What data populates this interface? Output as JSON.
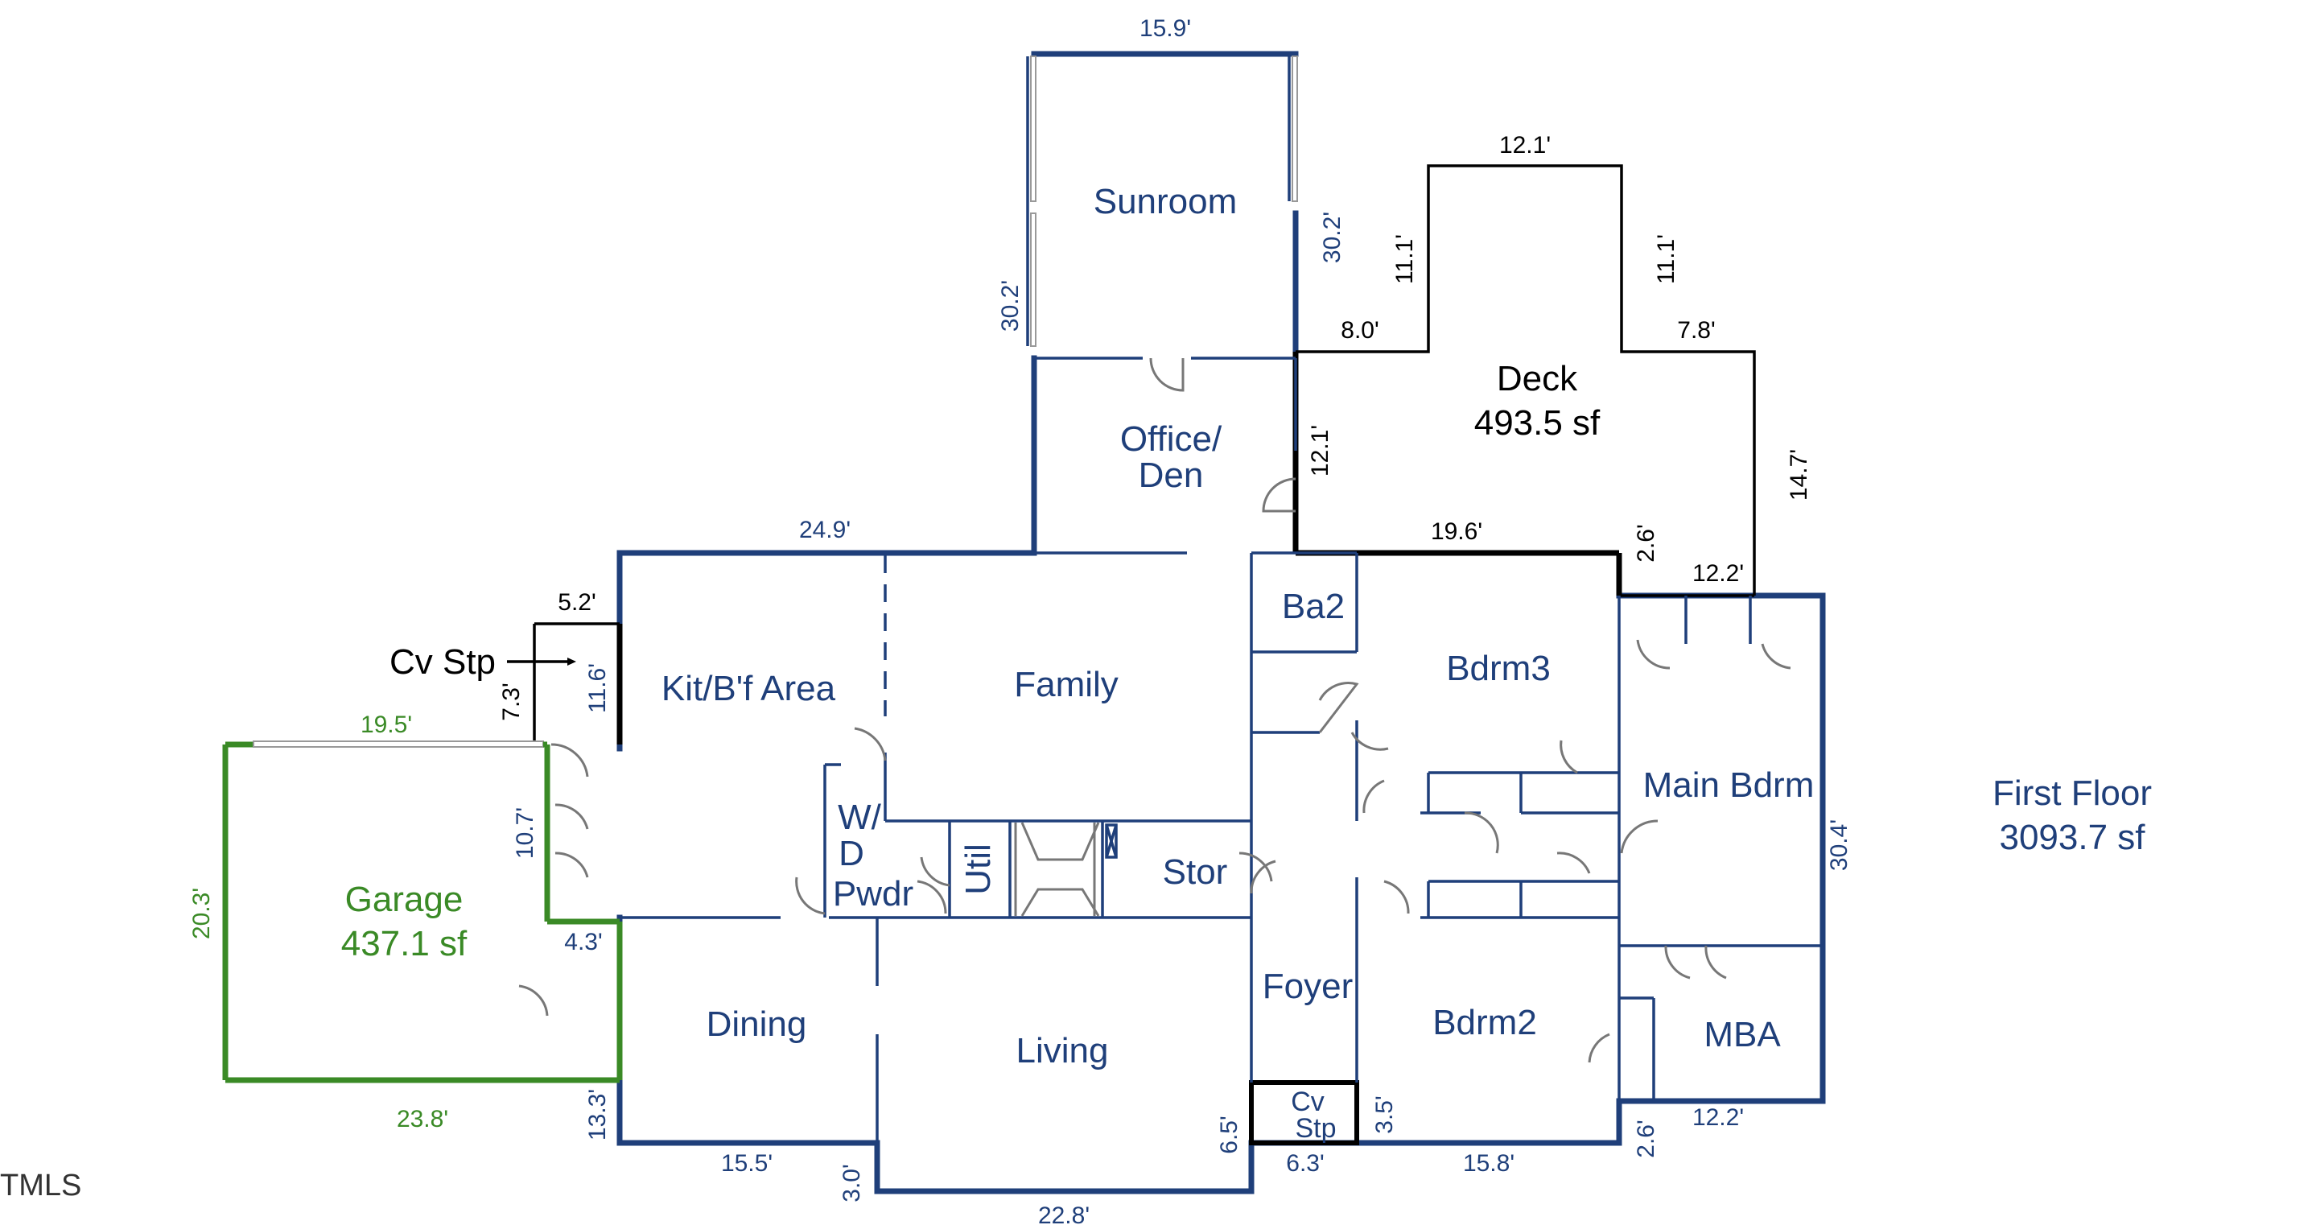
{
  "rooms": {
    "sunroom": "Sunroom",
    "office_line1": "Office/",
    "office_line2": "Den",
    "deck_name": "Deck",
    "deck_area": "493.5 sf",
    "kitchen": "Kit/B'f Area",
    "family": "Family",
    "ba2": "Ba2",
    "bdrm3": "Bdrm3",
    "main_bdrm": "Main Bdrm",
    "wd_line1": "W/",
    "wd_line2": "D",
    "pwdr": "Pwdr",
    "util": "Util",
    "stor": "Stor",
    "garage_name": "Garage",
    "garage_area": "437.1 sf",
    "dining": "Dining",
    "living": "Living",
    "foyer": "Foyer",
    "bdrm2": "Bdrm2",
    "mba": "MBA",
    "cv_stp_side": "Cv Stp",
    "cv_stp_front_line1": "Cv",
    "cv_stp_front_line2": "Stp"
  },
  "summary": {
    "floor": "First Floor",
    "area": "3093.7 sf"
  },
  "dimensions": {
    "sunroom_top": "15.9'",
    "sunroom_left": "30.2'",
    "sunroom_right": "30.2'",
    "deck_top": "12.1'",
    "deck_left_up": "11.1'",
    "deck_right_up": "11.1'",
    "deck_left_step": "8.0'",
    "deck_right_step": "7.8'",
    "deck_left_side": "12.1'",
    "deck_right_side": "14.7'",
    "deck_bottom": "19.6'",
    "deck_jog": "2.6'",
    "deck_br": "12.2'",
    "house_top": "24.9'",
    "cvstp_top": "5.2'",
    "cvstp_side": "7.3'",
    "kitchen_side": "11.6'",
    "garage_top": "19.5'",
    "garage_left": "20.3'",
    "garage_bottom": "23.8'",
    "garage_right_upper": "10.7'",
    "garage_right_lower": "4.3'",
    "house_left_lower": "13.3'",
    "dining_bottom": "15.5'",
    "living_jog": "3.0'",
    "living_bottom": "22.8'",
    "foyer_jog_left": "6.5'",
    "foyer_bottom": "6.3'",
    "foyer_jog_right": "3.5'",
    "bdrm2_bottom": "15.8'",
    "mba_jog": "2.6'",
    "mba_bottom": "12.2'",
    "house_right": "30.4'"
  },
  "watermark": "TMLS"
}
